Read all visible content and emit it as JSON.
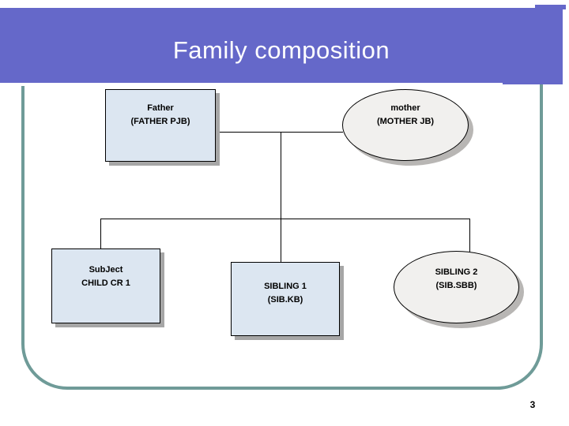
{
  "slide": {
    "title": "Family composition",
    "page_number": "3"
  },
  "colors": {
    "banner": "#6568c9",
    "underline": "#ffffff",
    "title_text": "#ffffff",
    "frame": "#6f9b98",
    "rect_fill": "#dce6f1",
    "ellipse_fill": "#f1f0ee",
    "rect_shadow": "#a6a6a6",
    "ellipse_shadow": "#b8b6b4",
    "connector": "#000000",
    "node_text": "#000000"
  },
  "diagram": {
    "nodes": [
      {
        "id": "father",
        "shape": "rectangle",
        "line1": "Father",
        "line2": "(FATHER PJB)"
      },
      {
        "id": "mother",
        "shape": "ellipse",
        "line1": "mother",
        "line2": "(MOTHER JB)"
      },
      {
        "id": "subject",
        "shape": "rectangle",
        "line1": "SubJect",
        "line2": "CHILD CR 1"
      },
      {
        "id": "sibling1",
        "shape": "rectangle",
        "line1": "SIBLING 1",
        "line2": "(SIB.KB)"
      },
      {
        "id": "sibling2",
        "shape": "ellipse",
        "line1": "SIBLING 2",
        "line2": "(SIB.SBB)"
      }
    ]
  }
}
